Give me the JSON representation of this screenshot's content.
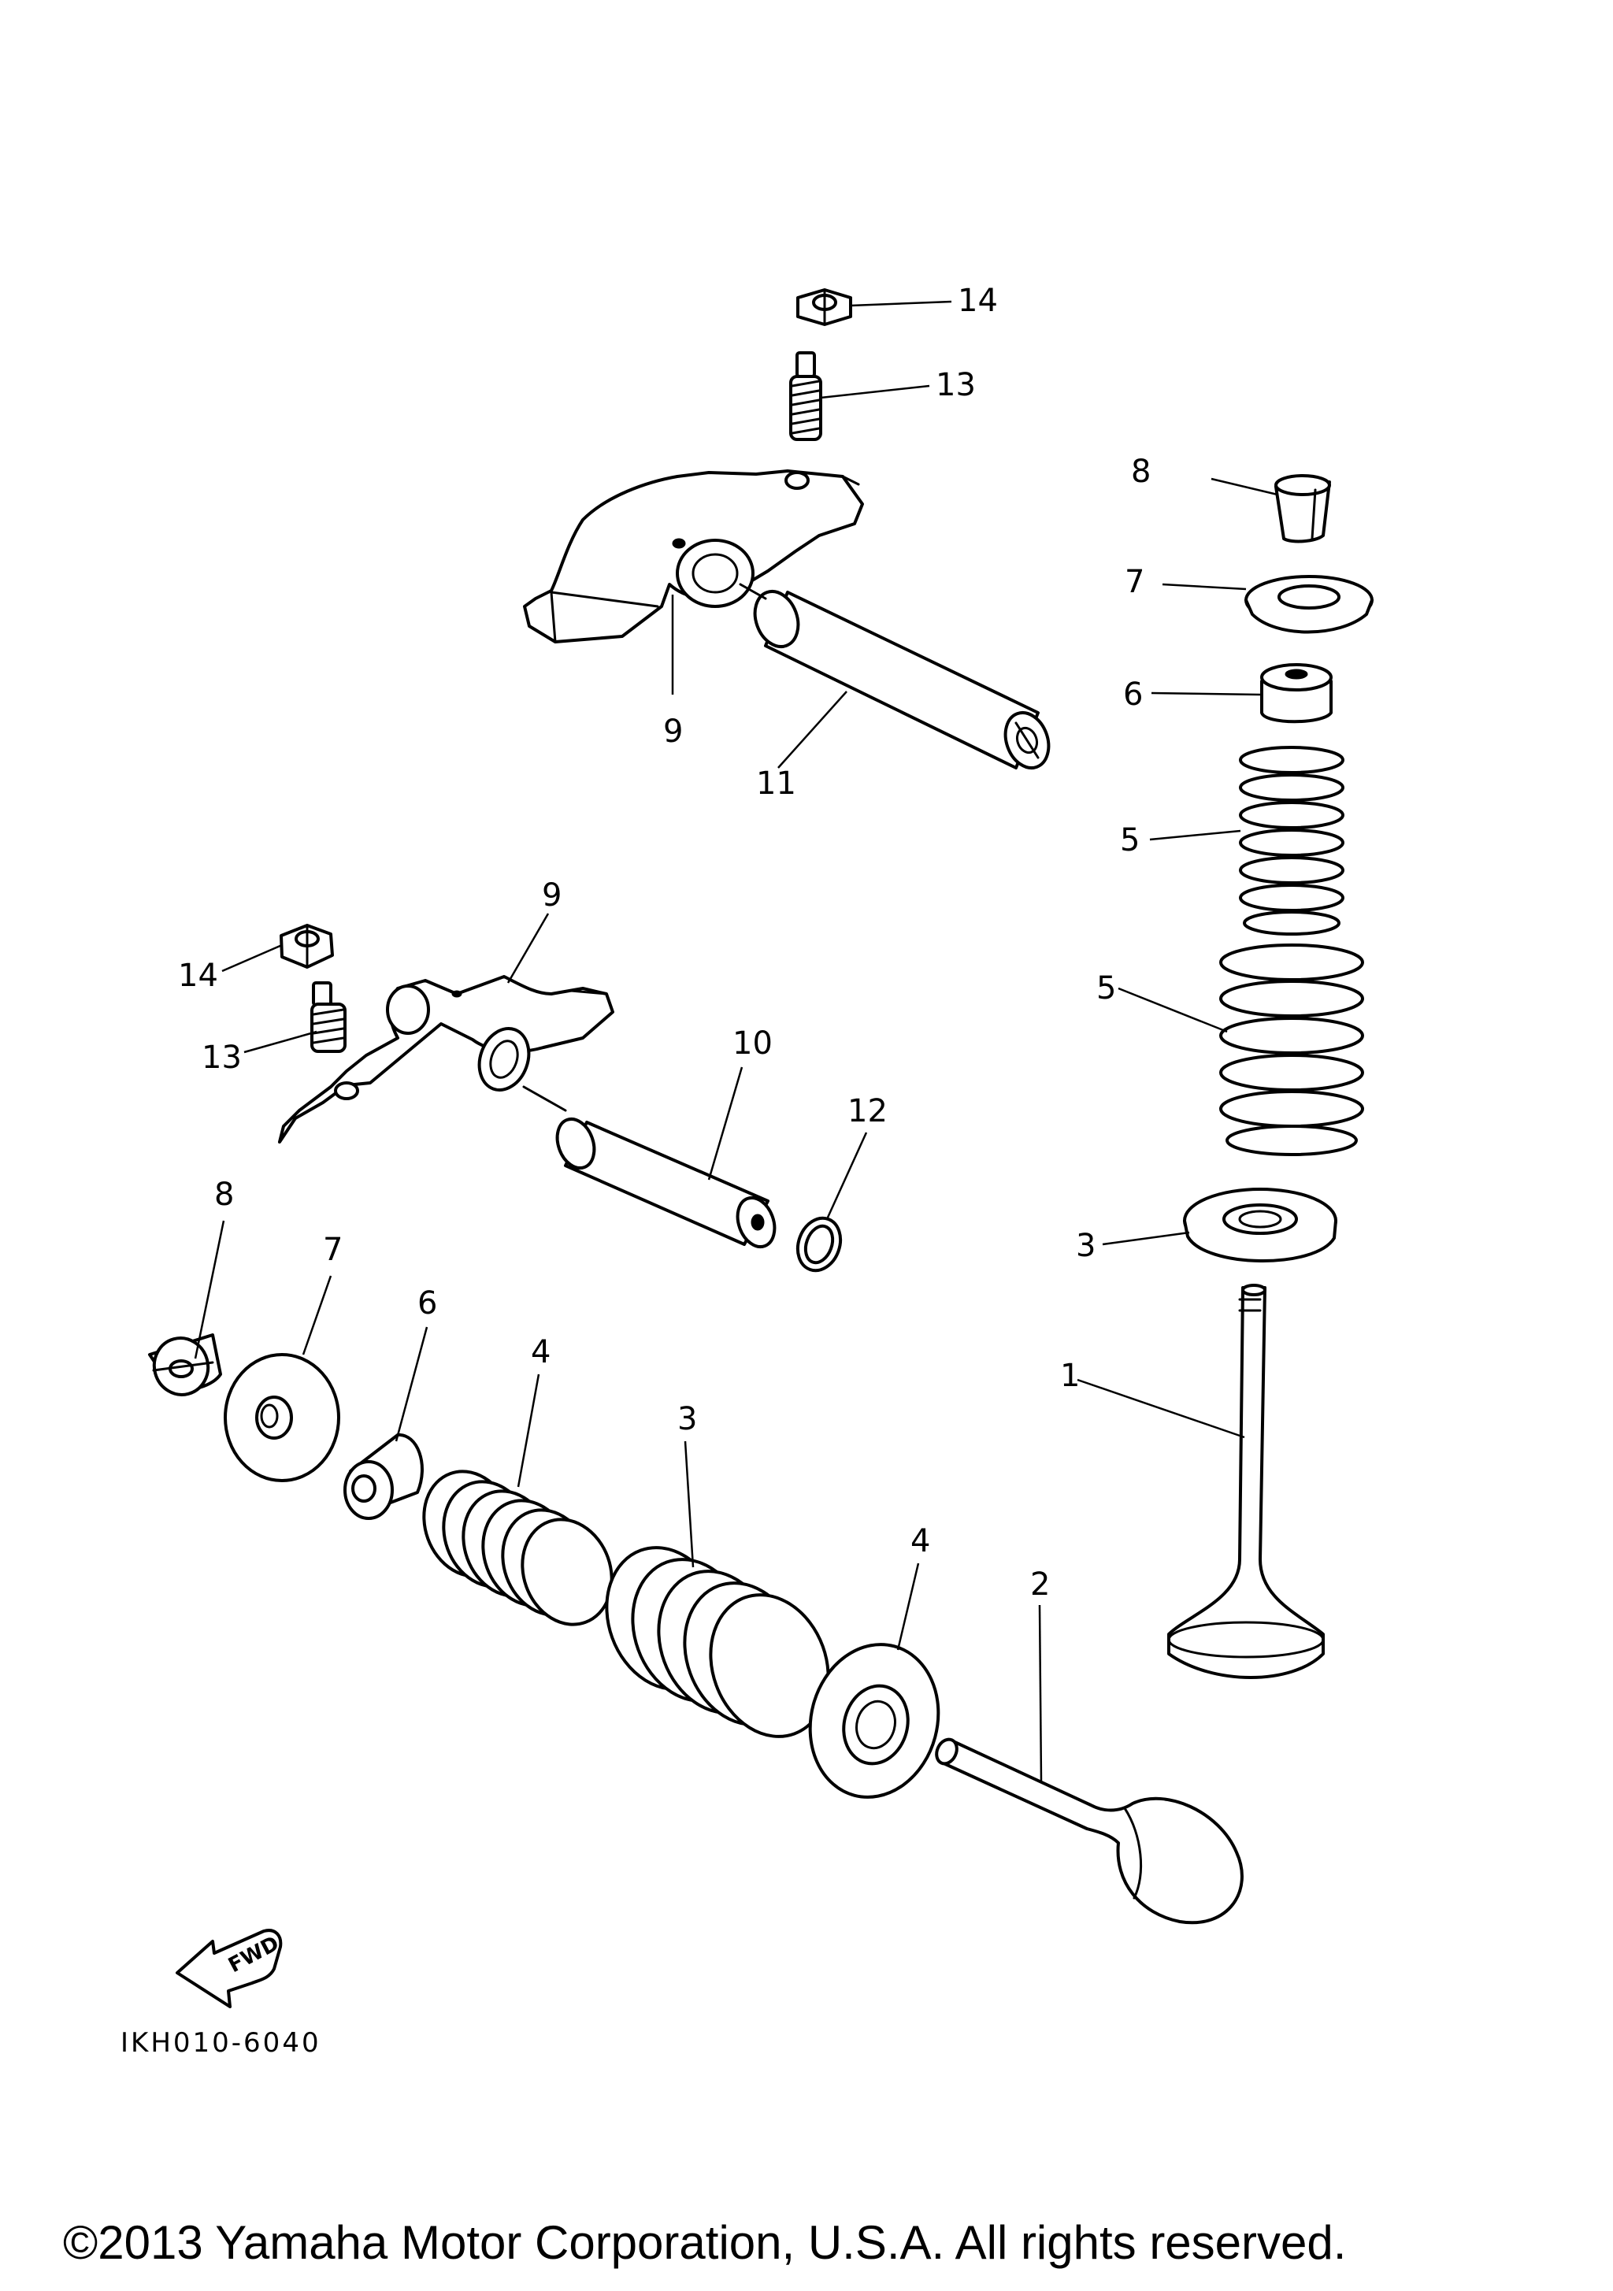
{
  "diagram": {
    "part_labels": [
      {
        "id": "exhaust-valve",
        "text": "1"
      },
      {
        "id": "intake-valve",
        "text": "2"
      },
      {
        "id": "spring-seat-a",
        "text": "3"
      },
      {
        "id": "spring-seat-b",
        "text": "3"
      },
      {
        "id": "inner-spring-a",
        "text": "4"
      },
      {
        "id": "inner-spring-b",
        "text": "4"
      },
      {
        "id": "outer-spring-a",
        "text": "5"
      },
      {
        "id": "outer-spring-b",
        "text": "5"
      },
      {
        "id": "stem-seal-a",
        "text": "6"
      },
      {
        "id": "stem-seal-b",
        "text": "6"
      },
      {
        "id": "retainer-a",
        "text": "7"
      },
      {
        "id": "retainer-b",
        "text": "7"
      },
      {
        "id": "cotter-a",
        "text": "8"
      },
      {
        "id": "cotter-b",
        "text": "8"
      },
      {
        "id": "rocker-arm-a",
        "text": "9"
      },
      {
        "id": "rocker-arm-b",
        "text": "9"
      },
      {
        "id": "rocker-shaft-short",
        "text": "10"
      },
      {
        "id": "rocker-shaft-long",
        "text": "11"
      },
      {
        "id": "o-ring",
        "text": "12"
      },
      {
        "id": "adjuster-a",
        "text": "13"
      },
      {
        "id": "adjuster-b",
        "text": "13"
      },
      {
        "id": "locknut-a",
        "text": "14"
      },
      {
        "id": "locknut-b",
        "text": "14"
      }
    ],
    "fwd_label": "FWD",
    "drawing_code": "IKH010-6040"
  },
  "footer": {
    "copyright": "©2013 Yamaha Motor Corporation, U.S.A. All rights reserved."
  }
}
